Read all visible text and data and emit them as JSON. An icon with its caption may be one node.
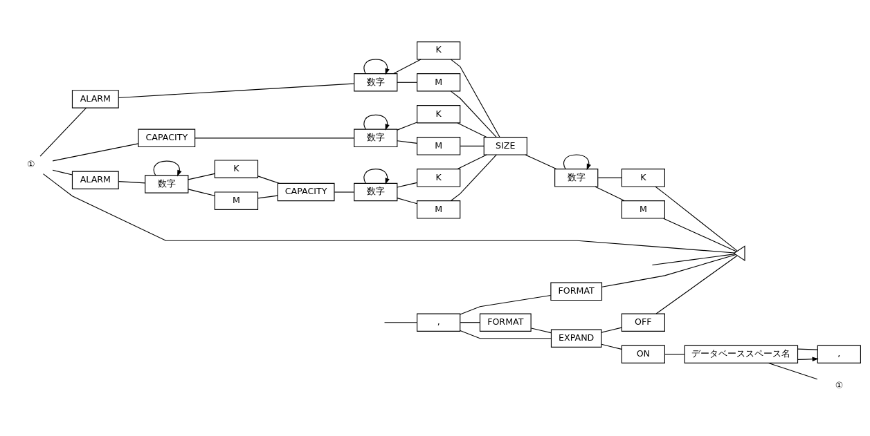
{
  "diagram": {
    "nodes": [
      {
        "text": [
          ","
        ]
      },
      {
        "text": [
          "FORMAT"
        ]
      },
      {
        "text": [
          "FORMAT"
        ]
      },
      {
        "text": [
          "EXPAND"
        ]
      },
      {
        "text": [
          "OFF"
        ]
      },
      {
        "text": [
          "ON"
        ]
      },
      {
        "text": [
          ","
        ]
      },
      {
        "text": [
          "データベーススペース名"
        ]
      },
      {
        "text": [
          "①"
        ]
      },
      {
        "text": [
          "①"
        ]
      },
      {
        "text": [
          "ALARM"
        ]
      },
      {
        "text": [
          "数字"
        ]
      },
      {
        "text": [
          "K"
        ]
      },
      {
        "text": [
          "M"
        ]
      },
      {
        "text": [
          "CAPACITY"
        ]
      },
      {
        "text": [
          "数字"
        ]
      },
      {
        "text": [
          "K"
        ]
      },
      {
        "text": [
          "M"
        ]
      },
      {
        "text": [
          "ALARM"
        ]
      },
      {
        "text": [
          "数字"
        ]
      },
      {
        "text": [
          "K"
        ]
      },
      {
        "text": [
          "M"
        ]
      },
      {
        "text": [
          "CAPACITY"
        ]
      },
      {
        "text": [
          "数字"
        ]
      },
      {
        "text": [
          "K"
        ]
      },
      {
        "text": [
          "M"
        ]
      },
      {
        "text": [
          "SIZE"
        ]
      },
      {
        "text": [
          "数字"
        ]
      },
      {
        "text": [
          "K"
        ]
      },
      {
        "text": [
          "M"
        ]
      },
      {
        "text": [],
        "shape": "triangle"
      }
    ],
    "edges": [
      {
        "from": null,
        "to": 30,
        "arrow": "none"
      },
      {
        "from": null,
        "to": 0,
        "arrow": "none"
      },
      {
        "from": 0,
        "to": 1,
        "arrow": "none"
      },
      {
        "from": 1,
        "to": 30,
        "arrow": "none"
      },
      {
        "from": 0,
        "to": 2,
        "arrow": "none"
      },
      {
        "from": 0,
        "to": 3,
        "arrow": "none"
      },
      {
        "from": 2,
        "to": 3,
        "arrow": "none"
      },
      {
        "from": 3,
        "to": 4,
        "arrow": "none"
      },
      {
        "from": 3,
        "to": 5,
        "arrow": "none"
      },
      {
        "from": 4,
        "to": 30,
        "arrow": "none"
      },
      {
        "from": 5,
        "to": 7,
        "arrow": "none"
      },
      {
        "from": 7,
        "to": 6,
        "arrow": "to"
      },
      {
        "from": 6,
        "to": 7,
        "arrow": "none"
      },
      {
        "from": 7,
        "to": 8,
        "arrow": "none"
      },
      {
        "from": 9,
        "to": 30,
        "arrow": "none"
      },
      {
        "from": 9,
        "to": 10,
        "arrow": "none"
      },
      {
        "from": 9,
        "to": 14,
        "arrow": "none"
      },
      {
        "from": 9,
        "to": 18,
        "arrow": "none"
      },
      {
        "from": 10,
        "to": 11,
        "arrow": "none"
      },
      {
        "from": 11,
        "to": 11,
        "arrow": "to"
      },
      {
        "from": 11,
        "to": 12,
        "arrow": "none"
      },
      {
        "from": 11,
        "to": 13,
        "arrow": "none"
      },
      {
        "from": 12,
        "to": 26,
        "arrow": "none"
      },
      {
        "from": 13,
        "to": 26,
        "arrow": "none"
      },
      {
        "from": 14,
        "to": 15,
        "arrow": "none"
      },
      {
        "from": 15,
        "to": 15,
        "arrow": "to"
      },
      {
        "from": 15,
        "to": 16,
        "arrow": "none"
      },
      {
        "from": 15,
        "to": 17,
        "arrow": "none"
      },
      {
        "from": 16,
        "to": 26,
        "arrow": "none"
      },
      {
        "from": 17,
        "to": 26,
        "arrow": "none"
      },
      {
        "from": 18,
        "to": 19,
        "arrow": "none"
      },
      {
        "from": 19,
        "to": 19,
        "arrow": "to"
      },
      {
        "from": 19,
        "to": 20,
        "arrow": "none"
      },
      {
        "from": 19,
        "to": 21,
        "arrow": "none"
      },
      {
        "from": 20,
        "to": 22,
        "arrow": "none"
      },
      {
        "from": 21,
        "to": 22,
        "arrow": "none"
      },
      {
        "from": 22,
        "to": 23,
        "arrow": "none"
      },
      {
        "from": 23,
        "to": 23,
        "arrow": "to"
      },
      {
        "from": 23,
        "to": 24,
        "arrow": "none"
      },
      {
        "from": 23,
        "to": 25,
        "arrow": "none"
      },
      {
        "from": 24,
        "to": 26,
        "arrow": "none"
      },
      {
        "from": 25,
        "to": 26,
        "arrow": "none"
      },
      {
        "from": 26,
        "to": 27,
        "arrow": "none"
      },
      {
        "from": 27,
        "to": 27,
        "arrow": "to"
      },
      {
        "from": 27,
        "to": 28,
        "arrow": "none"
      },
      {
        "from": 27,
        "to": 29,
        "arrow": "none"
      },
      {
        "from": 28,
        "to": 30,
        "arrow": "none"
      },
      {
        "from": 29,
        "to": 30,
        "arrow": "none"
      }
    ]
  }
}
